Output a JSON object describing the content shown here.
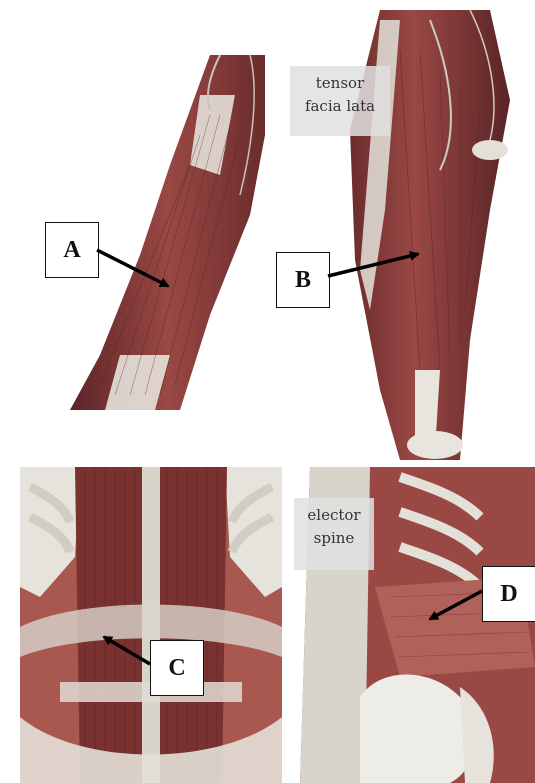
{
  "labels": {
    "a": "A",
    "b": "B",
    "c": "C",
    "d": "D"
  },
  "annotations": {
    "tensor_line1": "tensor",
    "tensor_line2": "facia lata",
    "elector_line1": "elector",
    "elector_line2": "spine"
  },
  "colors": {
    "muscle": "#8a3a38",
    "muscle_dark": "#5c2224",
    "tendon": "#e4e2dc",
    "bone": "#eeece6",
    "arrow": "#000000"
  }
}
